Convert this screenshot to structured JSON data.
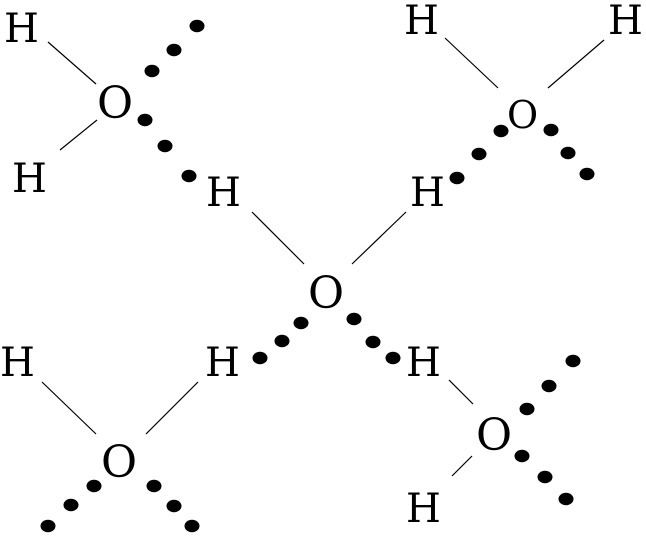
{
  "atoms": {
    "o_top_left": "O",
    "h_tl_upper": "H",
    "h_tl_lower": "H",
    "o_top_right": "O",
    "h_tr_left": "H",
    "h_tr_right": "H",
    "o_center": "O",
    "h_center_left": "H",
    "h_center_right": "H",
    "o_bottom_left": "O",
    "h_bl_left": "H",
    "h_bl_right": "H",
    "o_bottom_right": "O",
    "h_br_upper": "H",
    "h_br_lower": "H"
  },
  "colors": {
    "ink": "#000000",
    "background": "#ffffff"
  }
}
